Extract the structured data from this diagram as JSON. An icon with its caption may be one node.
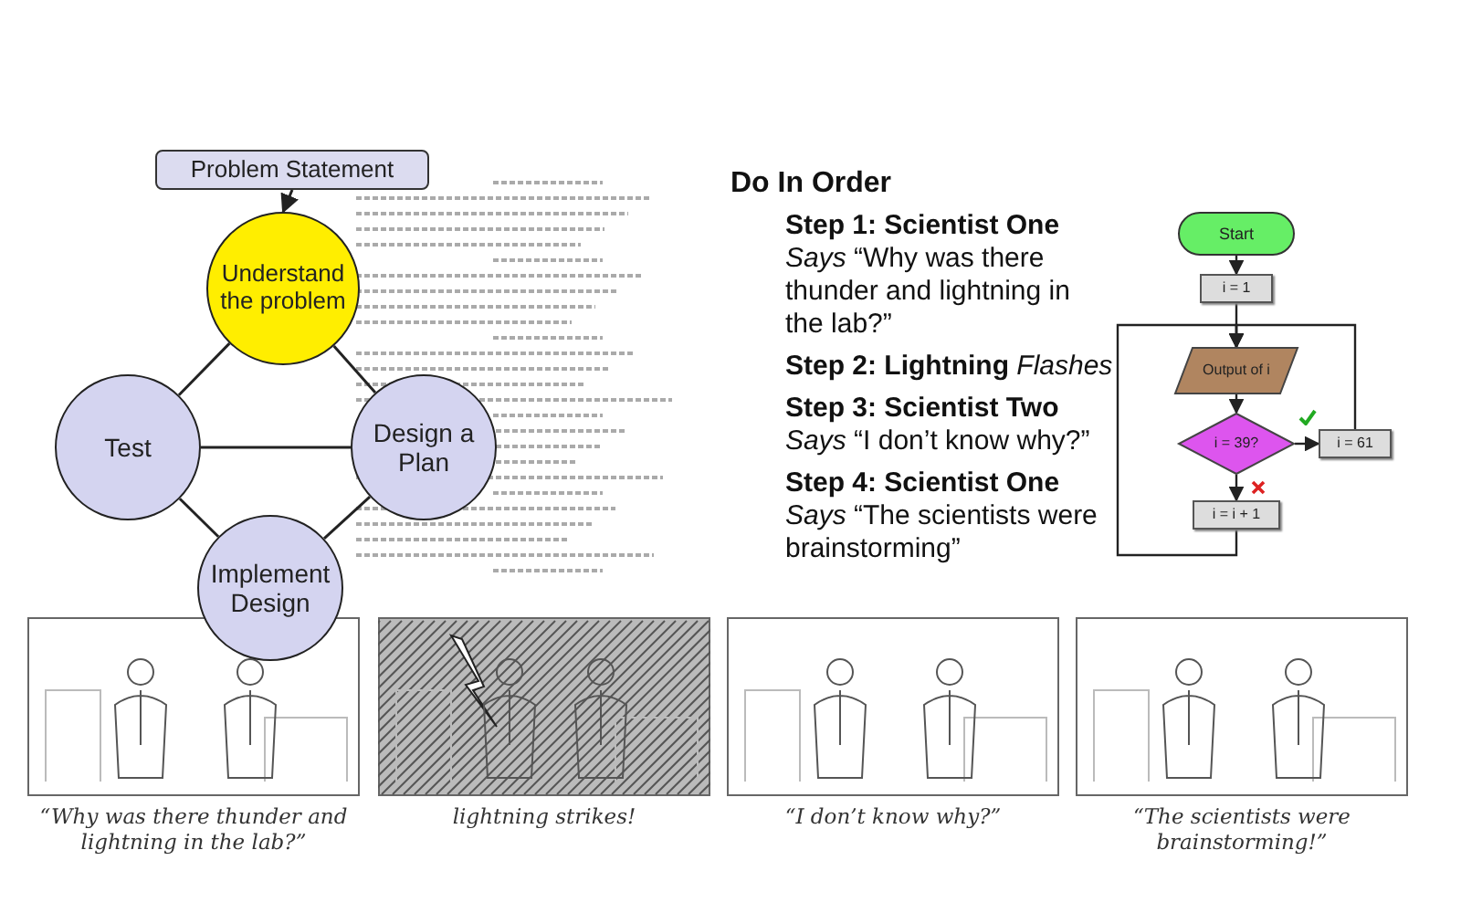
{
  "diagram": {
    "nodes": [
      {
        "text": [
          "Problem Statement"
        ]
      },
      {
        "text": [
          "Understand the problem"
        ]
      },
      {
        "text": [
          "Test"
        ]
      },
      {
        "text": [
          "Design a Plan"
        ]
      },
      {
        "text": [
          "Implement Design"
        ]
      },
      {
        "text": [
          "Start"
        ]
      },
      {
        "text": [
          "i = 1"
        ]
      },
      {
        "text": [
          "Output of i"
        ]
      },
      {
        "text": [
          "i = 39?"
        ]
      },
      {
        "text": [
          "i = 61"
        ]
      },
      {
        "text": [
          "i = i + 1"
        ]
      }
    ],
    "edges": [
      {
        "from": 0,
        "to": 1,
        "arrow": "to"
      },
      {
        "from": 1,
        "to": 2,
        "arrow": "none"
      },
      {
        "from": 1,
        "to": 3,
        "arrow": "none"
      },
      {
        "from": 2,
        "to": 3,
        "arrow": "none"
      },
      {
        "from": 2,
        "to": 4,
        "arrow": "none"
      },
      {
        "from": 3,
        "to": 4,
        "arrow": "none"
      },
      {
        "from": 5,
        "to": 6,
        "arrow": "to"
      },
      {
        "from": 6,
        "to": 7,
        "arrow": "to"
      },
      {
        "from": 7,
        "to": 8,
        "arrow": "to"
      },
      {
        "from": 8,
        "to": 9,
        "arrow": "to"
      },
      {
        "from": 8,
        "to": 10,
        "arrow": "to"
      },
      {
        "from": 9,
        "to": 7,
        "arrow": "to"
      },
      {
        "from": 10,
        "to": 7,
        "arrow": "to"
      }
    ],
    "labels": [
      "Do In Order",
      "Step 1: Scientist One",
      "*Says* “Why was there thunder and lightning in the lab?”",
      "**Step 2: Lightning** *Flashes*",
      "Step 3: Scientist Two",
      "*Says* “I don’t know why?”",
      "Step 4: Scientist One",
      "*Says* “The scientists were brainstorming”",
      "“Why was there thunder and lightning in the lab?”",
      "lightning strikes!",
      "“I don’t know why?”",
      "“The scientists were brainstorming!”"
    ]
  }
}
